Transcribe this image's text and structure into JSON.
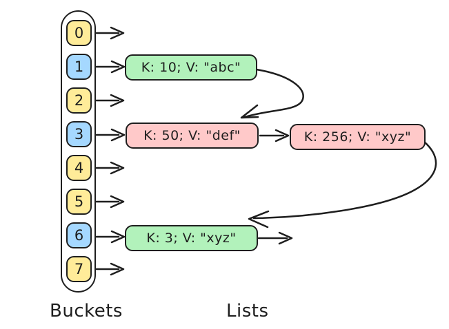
{
  "diagram": {
    "title": "hash-table-buckets-and-lists",
    "captions": {
      "buckets": "Buckets",
      "lists": "Lists"
    },
    "buckets": [
      {
        "label": "0",
        "color": "yellow",
        "points_to": null
      },
      {
        "label": "1",
        "color": "blue",
        "points_to": "node-0"
      },
      {
        "label": "2",
        "color": "yellow",
        "points_to": null
      },
      {
        "label": "3",
        "color": "blue",
        "points_to": "node-1"
      },
      {
        "label": "4",
        "color": "yellow",
        "points_to": null
      },
      {
        "label": "5",
        "color": "yellow",
        "points_to": null
      },
      {
        "label": "6",
        "color": "blue",
        "points_to": "node-3"
      },
      {
        "label": "7",
        "color": "yellow",
        "points_to": null
      }
    ],
    "nodes": [
      {
        "label": "K: 10; V: \"abc\"",
        "color": "green",
        "next": "node-1"
      },
      {
        "label": "K: 50; V: \"def\"",
        "color": "pink",
        "next": "node-2"
      },
      {
        "label": "K: 256; V: \"xyz\"",
        "color": "pink",
        "next": "node-3"
      },
      {
        "label": "K: 3; V: \"xyz\"",
        "color": "green",
        "next": null
      }
    ]
  },
  "palette": {
    "yellow": "#ffec99",
    "blue": "#a5d8ff",
    "green": "#b2f2bb",
    "pink": "#ffc9c9",
    "stroke": "#1e1e1e",
    "background": "#ffffff"
  }
}
